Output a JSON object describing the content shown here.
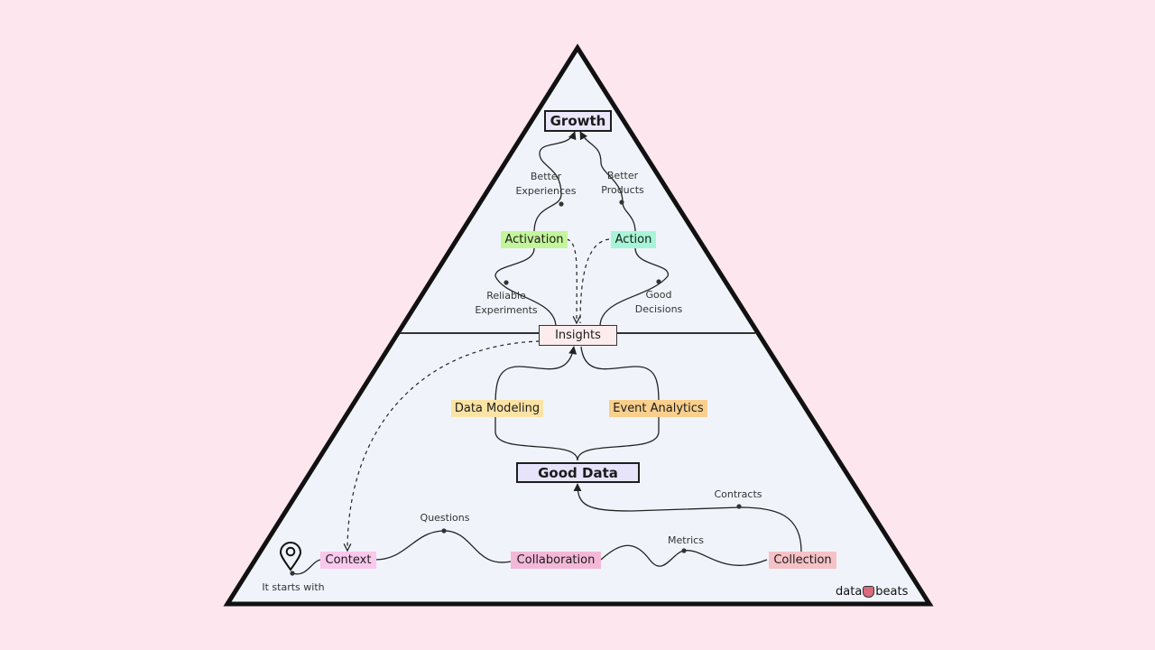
{
  "nodes": {
    "growth": "Growth",
    "activation": "Activation",
    "action": "Action",
    "insights": "Insights",
    "data_modeling": "Data Modeling",
    "event_analytics": "Event Analytics",
    "good_data": "Good Data",
    "context": "Context",
    "collaboration": "Collaboration",
    "collection": "Collection"
  },
  "edge_labels": {
    "better_experiences": "Better\nExperiences",
    "better_products": "Better\nProducts",
    "reliable_experiments": "Reliable\nExperiments",
    "good_decisions": "Good\nDecisions",
    "contracts": "Contracts",
    "questions": "Questions",
    "metrics": "Metrics",
    "it_starts_with": "It starts with"
  },
  "brand": {
    "left": "data",
    "right": "beats"
  },
  "icons": {
    "start": "map-pin-icon",
    "brand": "drum-icon"
  },
  "colors": {
    "background": "#fde6ee",
    "pyramid_fill": "#f0f4fa",
    "growth_fill": "#ebe6fb",
    "activation_fill": "#c3f59b",
    "action_fill": "#a6f5d6",
    "insights_fill": "#fcecee",
    "data_modeling_fill": "#fbe3a5",
    "event_analytics_fill": "#f8cf8c",
    "good_data_fill": "#e7e3fb",
    "context_fill": "#f9c8ec",
    "collaboration_fill": "#f3b8d8",
    "collection_fill": "#f6c2c6"
  }
}
